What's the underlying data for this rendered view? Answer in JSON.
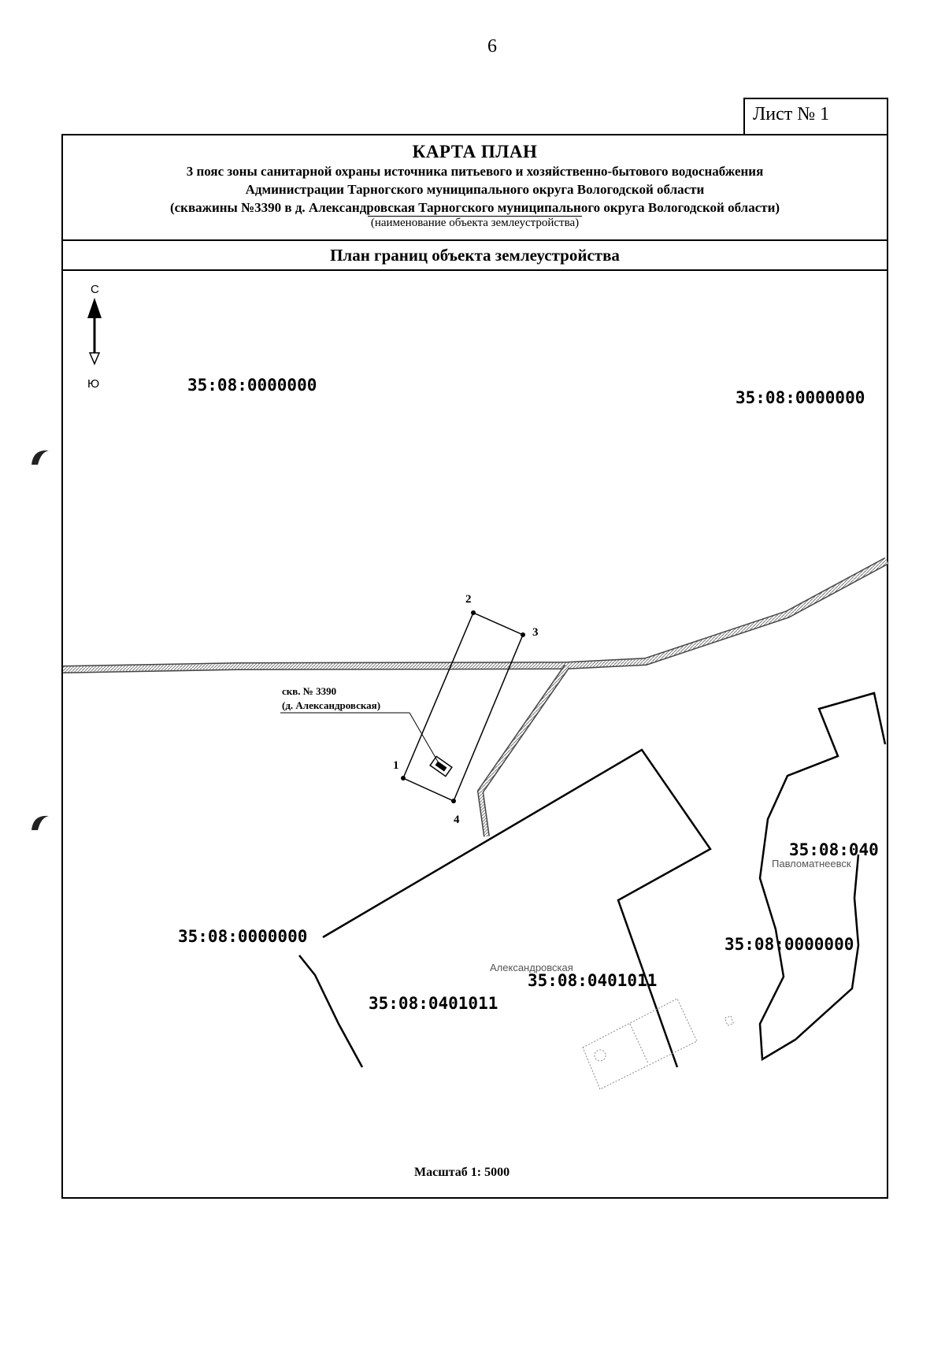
{
  "page_number": "6",
  "sheet_label": "Лист № 1",
  "header": {
    "title": "КАРТА ПЛАН",
    "subtitle_1": "3 пояс зоны санитарной охраны источника питьевого и хозяйственно-бытового водоснабжения",
    "subtitle_2": "Администрации Тарногского муниципального округа Вологодской области",
    "subtitle_3": "(скважины №3390 в д. Александровская Тарногского муниципального округа Вологодской области)",
    "object_caption": "(наименование объекта землеустройства)"
  },
  "section_title": "План границ объекта землеустройства",
  "compass": {
    "north": "С",
    "south": "Ю"
  },
  "parcels": {
    "nw": "35:08:0000000",
    "ne": "35:08:0000000",
    "west": "35:08:0000000",
    "east": "35:08:0000000",
    "ne_village": "35:08:040",
    "village_block_1": "35:08:0401011",
    "village_block_2": "35:08:0401011"
  },
  "faint_labels": {
    "village_east": "Павломатнеевск",
    "village_alexandrovskaya": "Александровская"
  },
  "boundary_points": [
    "1",
    "2",
    "3",
    "4"
  ],
  "well": {
    "line_1": "скв. № 3390",
    "line_2": "(д. Александровская)"
  },
  "scale": "Масштаб 1: 5000"
}
